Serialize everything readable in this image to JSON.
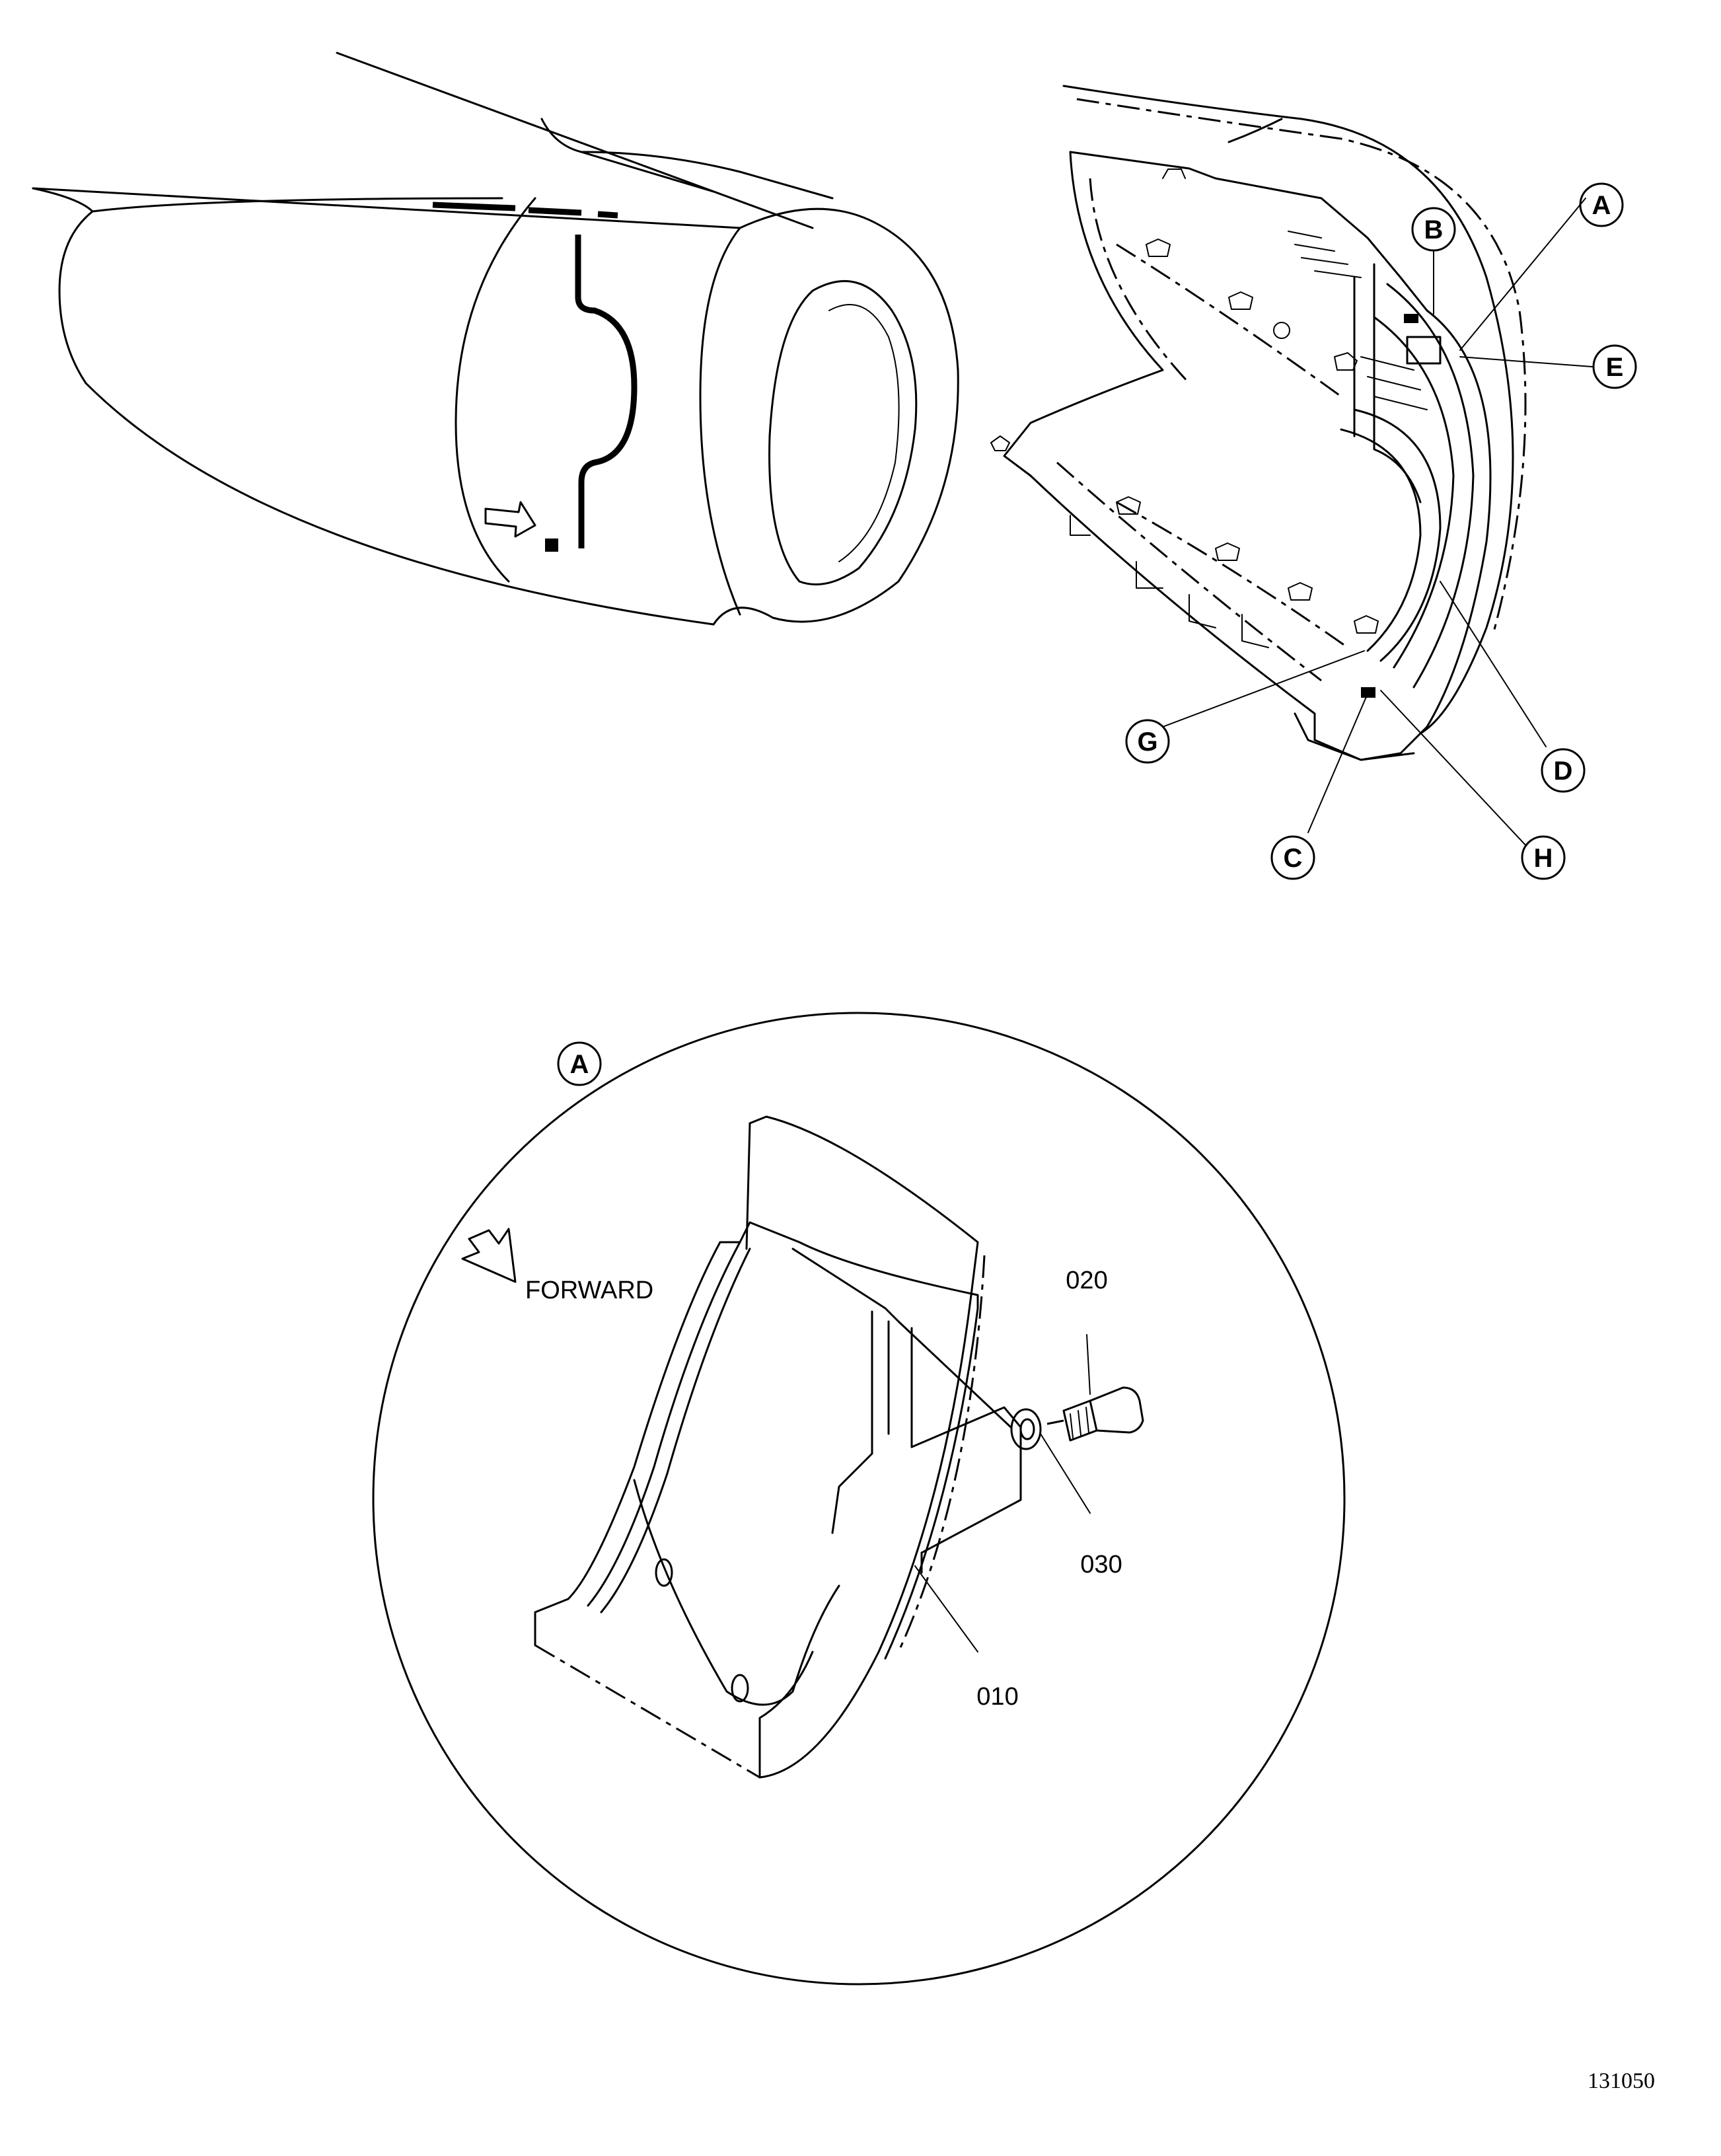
{
  "callouts": {
    "A": "A",
    "B": "B",
    "C": "C",
    "D": "D",
    "E": "E",
    "G": "G",
    "H": "H"
  },
  "detail": {
    "label": "A",
    "forward_label": "FORWARD",
    "parts": [
      "010",
      "020",
      "030"
    ]
  },
  "figure_id": "131050"
}
